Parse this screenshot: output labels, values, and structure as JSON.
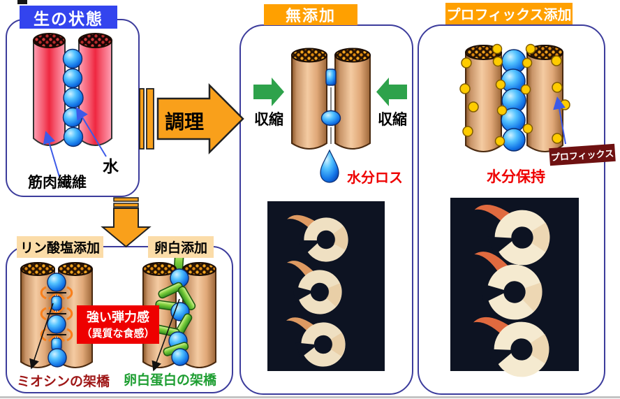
{
  "colors": {
    "panel_border": "#3C3C9C",
    "title_blue_bg": "#3344EE",
    "title_orange_bg": "#FFA000",
    "process_arrow_orange": "#F9A01B",
    "shrink_arrow_green": "#2EA24B",
    "result_red_text": "#EE0000",
    "texture_note_bg": "#EE0000",
    "profix_tag_bg": "#6E1111",
    "myosin_text": "#9E1616",
    "egg_white_text": "#1E9E32",
    "water_sphere_blue": "#1477E8",
    "profix_dot_yellow": "#FFCC00",
    "raw_fiber_pink": "#EF2740",
    "cooked_fiber_tan": "#E8B58A",
    "photo_background": "#0D1322"
  },
  "panels": {
    "raw": {
      "title": "生の状態",
      "fiber_label": "筋肉繊維",
      "water_label": "水"
    },
    "no_additive": {
      "title": "無添加",
      "shrink_left": "収縮",
      "shrink_right": "収縮",
      "result": "水分ロス"
    },
    "profix": {
      "title": "プロフィックス添加",
      "tag": "プロフィックス",
      "result": "水分保持"
    },
    "additives": {
      "phosphate_title": "リン酸塩添加",
      "egg_white_title": "卵白添加",
      "texture_line1": "強い弾力感",
      "texture_line2": "（異質な食感）",
      "myosin_caption": "ミオシンの架橋",
      "egg_white_caption": "卵白蛋白の架橋"
    }
  },
  "process_arrow": {
    "label": "調理"
  }
}
